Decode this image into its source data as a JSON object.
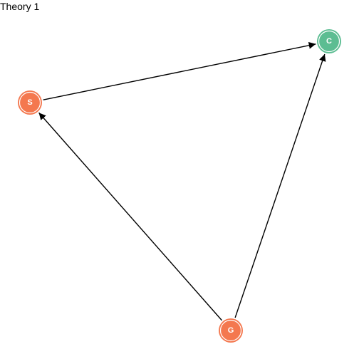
{
  "title": "Theory 1",
  "nodes": [
    {
      "id": "C",
      "label": "C",
      "color": "#5cbd92",
      "role": "outcome"
    },
    {
      "id": "S",
      "label": "S",
      "color": "#f4784f",
      "role": "exposure"
    },
    {
      "id": "G",
      "label": "G",
      "color": "#f4784f",
      "role": "exposure"
    }
  ],
  "edges": [
    {
      "from": "S",
      "to": "C"
    },
    {
      "from": "G",
      "to": "S"
    },
    {
      "from": "G",
      "to": "C"
    }
  ],
  "colors": {
    "edge": "#000000",
    "node_ring": "#ffffff"
  }
}
